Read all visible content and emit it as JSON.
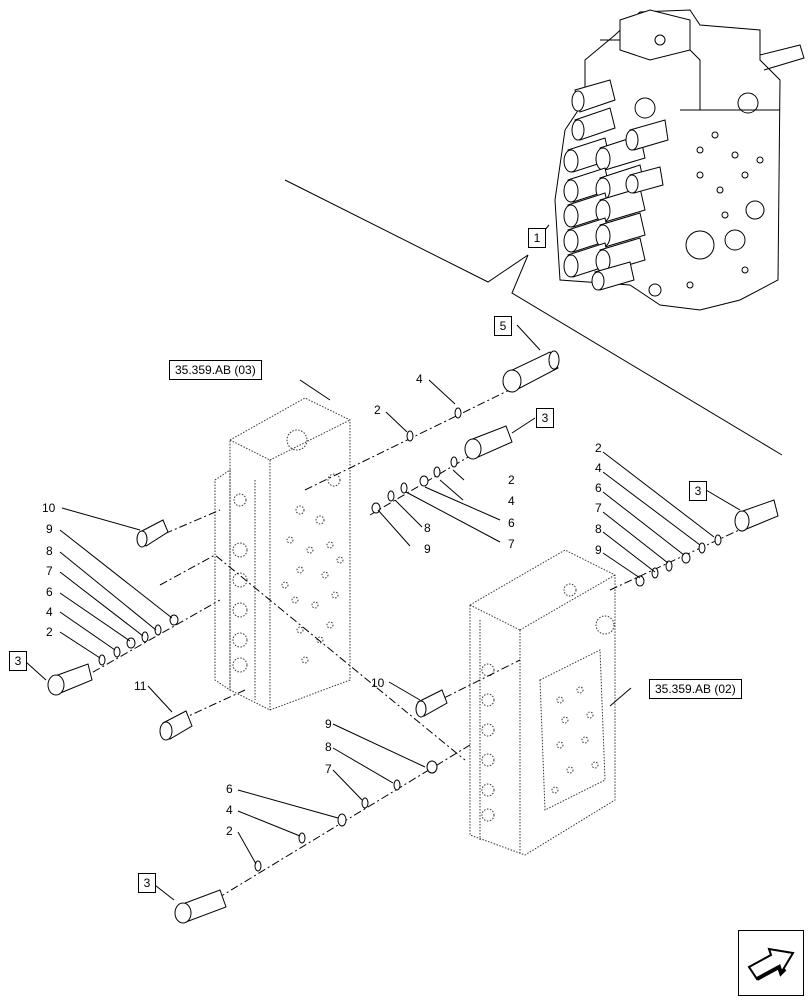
{
  "refs": {
    "ref_03": "35.359.AB (03)",
    "ref_02": "35.359.AB (02)"
  },
  "boxed_items": {
    "item_1": "1",
    "item_5": "5",
    "item_3": "3"
  },
  "labels": {
    "l2": "2",
    "l4": "4",
    "l6": "6",
    "l7": "7",
    "l8": "8",
    "l9": "9",
    "l10": "10",
    "l11": "11"
  }
}
